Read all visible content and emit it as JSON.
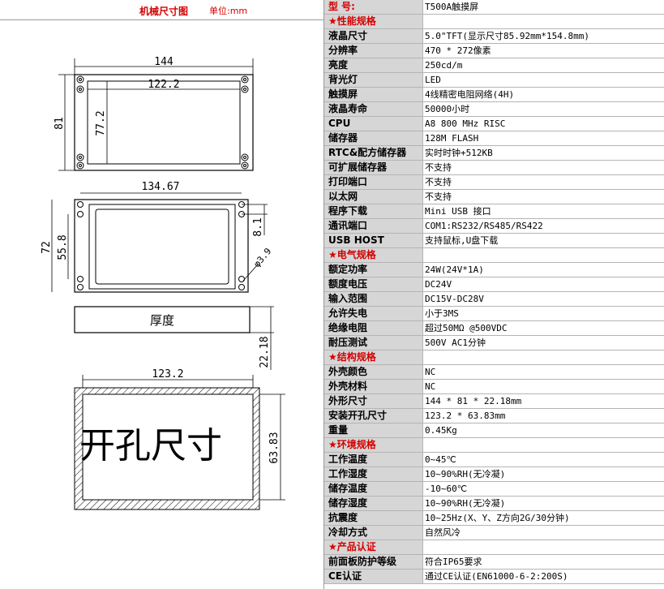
{
  "left_panel": {
    "title": "机械尺寸图",
    "unit": "单位:mm",
    "drawing1": {
      "width": "144",
      "inner_width": "122.2",
      "height": "81",
      "inner_height": "77.2"
    },
    "drawing2": {
      "width": "134.67",
      "height": "72",
      "inner_height": "55.8",
      "right_dim": "8.1",
      "hole": "φ3.9"
    },
    "drawing3": {
      "label": "厚度",
      "depth": "22.18"
    },
    "drawing4": {
      "label": "开孔尺寸",
      "width": "123.2",
      "height": "63.83"
    }
  },
  "spec_table": {
    "rows": [
      {
        "key": "型    号:",
        "value": "T500A触摸屏",
        "type": "head"
      },
      {
        "key": "★性能规格",
        "value": "",
        "type": "sec"
      },
      {
        "key": "液晶尺寸",
        "value": "5.0\"TFT(显示尺寸85.92mm*154.8mm)",
        "type": "row"
      },
      {
        "key": "分辨率",
        "value": "470 * 272像素",
        "type": "row"
      },
      {
        "key": "亮度",
        "value": "250cd/m",
        "type": "row"
      },
      {
        "key": "背光灯",
        "value": "LED",
        "type": "row"
      },
      {
        "key": "触摸屏",
        "value": "4线精密电阻网络(4H)",
        "type": "row"
      },
      {
        "key": "液晶寿命",
        "value": "50000小时",
        "type": "row"
      },
      {
        "key": "CPU",
        "value": "A8 800 MHz RISC",
        "type": "row"
      },
      {
        "key": "储存器",
        "value": "128M FLASH",
        "type": "row"
      },
      {
        "key": "RTC&配方储存器",
        "value": "实时时钟+512KB",
        "type": "row"
      },
      {
        "key": "可扩展储存器",
        "value": "不支持",
        "type": "row"
      },
      {
        "key": "打印端口",
        "value": "不支持",
        "type": "row"
      },
      {
        "key": "以太网",
        "value": "不支持",
        "type": "row"
      },
      {
        "key": "程序下载",
        "value": "Mini USB 接口",
        "type": "row"
      },
      {
        "key": "通讯端口",
        "value": "COM1:RS232/RS485/RS422",
        "type": "row"
      },
      {
        "key": "USB HOST",
        "value": "支持鼠标,U盘下载",
        "type": "row"
      },
      {
        "key": "★电气规格",
        "value": "",
        "type": "sec"
      },
      {
        "key": "额定功率",
        "value": "24W(24V*1A)",
        "type": "row"
      },
      {
        "key": "额度电压",
        "value": "DC24V",
        "type": "row"
      },
      {
        "key": "输入范围",
        "value": "DC15V-DC28V",
        "type": "row"
      },
      {
        "key": "允许失电",
        "value": "小于3MS",
        "type": "row"
      },
      {
        "key": "绝缘电阻",
        "value": "超过50MΩ @500VDC",
        "type": "row"
      },
      {
        "key": "耐压测试",
        "value": "500V AC1分钟",
        "type": "row"
      },
      {
        "key": "★结构规格",
        "value": "",
        "type": "sec"
      },
      {
        "key": "外壳颜色",
        "value": "NC",
        "type": "row"
      },
      {
        "key": "外壳材料",
        "value": "NC",
        "type": "row"
      },
      {
        "key": "外形尺寸",
        "value": "144 * 81 * 22.18mm",
        "type": "row"
      },
      {
        "key": "安装开孔尺寸",
        "value": "123.2 * 63.83mm",
        "type": "row"
      },
      {
        "key": "重量",
        "value": "0.45Kg",
        "type": "row"
      },
      {
        "key": "★环境规格",
        "value": "",
        "type": "sec"
      },
      {
        "key": "工作温度",
        "value": "0~45℃",
        "type": "row"
      },
      {
        "key": "工作湿度",
        "value": "10~90%RH(无冷凝)",
        "type": "row"
      },
      {
        "key": "储存温度",
        "value": "-10~60℃",
        "type": "row"
      },
      {
        "key": "储存湿度",
        "value": "10~90%RH(无冷凝)",
        "type": "row"
      },
      {
        "key": "抗震度",
        "value": "10~25Hz(X、Y、Z方向2G/30分钟)",
        "type": "row"
      },
      {
        "key": "冷却方式",
        "value": "自然风冷",
        "type": "row"
      },
      {
        "key": "★产品认证",
        "value": "",
        "type": "sec"
      },
      {
        "key": "前面板防护等级",
        "value": "符合IP65要求",
        "type": "row"
      },
      {
        "key": "CE认证",
        "value": "通过CE认证(EN61000-6-2:200S)",
        "type": "row"
      }
    ]
  }
}
